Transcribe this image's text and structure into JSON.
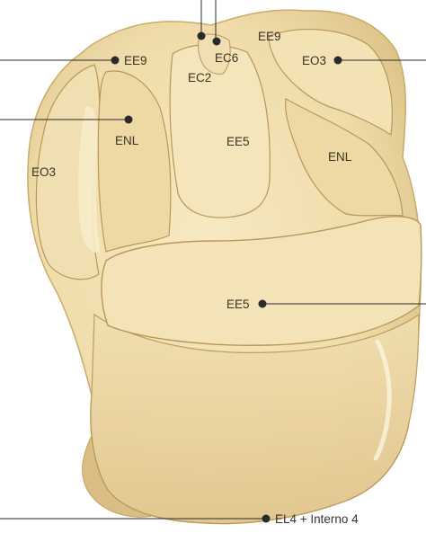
{
  "labels": {
    "ee9_left": "EE9",
    "ec2": "EC2",
    "ec6": "EC6",
    "ee9_top": "EE9",
    "eo3_right": "EO3",
    "enl_left": "ENL",
    "ee5_upper": "EE5",
    "enl_right": "ENL",
    "eo3_left": "EO3",
    "ee5_lower": "EE5",
    "el4": "EL4 + Interno 4"
  },
  "colors": {
    "tooth_base": "#efdcaa",
    "tooth_shadow": "#c9ab6b",
    "layer_outline": "#b8975a",
    "light_zone": "#f6e9c4",
    "pointer": "#2a2a2a",
    "text": "#3a3226"
  }
}
